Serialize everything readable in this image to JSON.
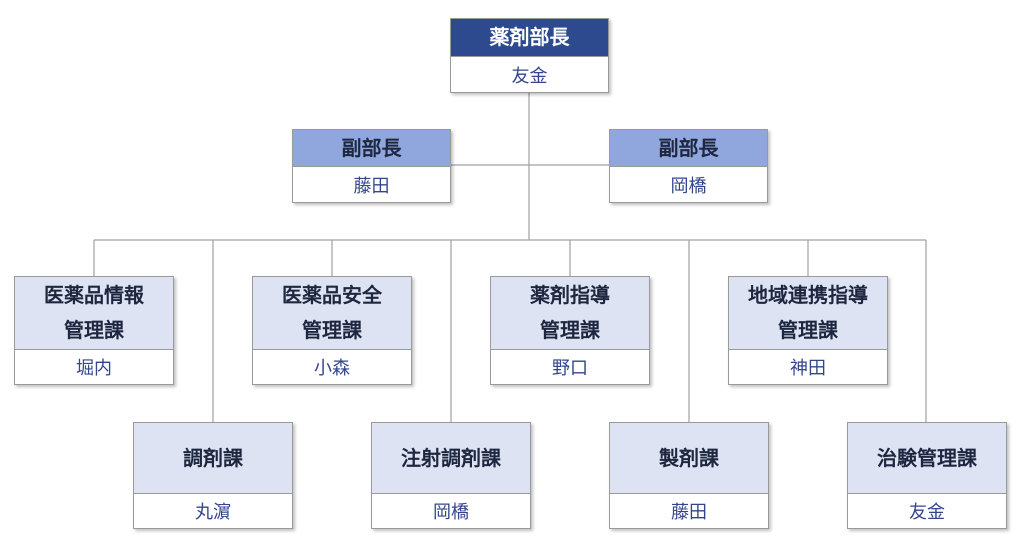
{
  "director": {
    "title": "薬剤部長",
    "name": "友金"
  },
  "vice_left": {
    "title": "副部長",
    "name": "藤田"
  },
  "vice_right": {
    "title": "副部長",
    "name": "岡橋"
  },
  "upper_departments": [
    {
      "title_line1": "医薬品情報",
      "title_line2": "管理課",
      "name": "堀内"
    },
    {
      "title_line1": "医薬品安全",
      "title_line2": "管理課",
      "name": "小森"
    },
    {
      "title_line1": "薬剤指導",
      "title_line2": "管理課",
      "name": "野口"
    },
    {
      "title_line1": "地域連携指導",
      "title_line2": "管理課",
      "name": "神田"
    }
  ],
  "lower_departments": [
    {
      "title": "調剤課",
      "name": "丸濵"
    },
    {
      "title": "注射調剤課",
      "name": "岡橋"
    },
    {
      "title": "製剤課",
      "name": "藤田"
    },
    {
      "title": "治験管理課",
      "name": "友金"
    }
  ],
  "colors": {
    "director_header": "#2e4a8e",
    "vice_header": "#8fa7dc",
    "dept_header": "#dde3f2",
    "name_text": "#33468c",
    "connector": "#a0a0a0"
  }
}
